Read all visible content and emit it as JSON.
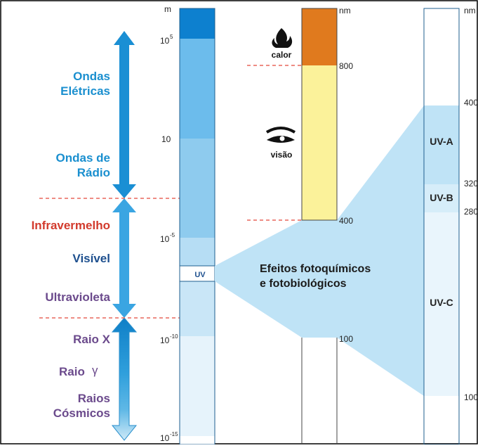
{
  "left_labels": {
    "electric_line1": "Ondas",
    "electric_line2": "Elétricas",
    "radio_line1": "Ondas de",
    "radio_line2": "Rádio",
    "infrared": "Infravermelho",
    "visible": "Visível",
    "ultraviolet": "Ultravioleta",
    "xray": "Raio X",
    "gamma_word": "Raio",
    "gamma_symbol": "γ",
    "cosmic_line1": "Raios",
    "cosmic_line2": "Cósmicos"
  },
  "meter_scale": {
    "unit": "m",
    "ticks": {
      "t1": "10",
      "t1_exp": "5",
      "t2": "10",
      "t3": "10",
      "t3_exp": "-5",
      "t4": "10",
      "t4_exp": "-10",
      "t5": "10",
      "t5_exp": "-15"
    },
    "uv_label": "UV"
  },
  "nm_scale": {
    "unit": "nm",
    "heat": "calor",
    "vision": "visão",
    "t800": "800",
    "t400": "400",
    "t100": "100"
  },
  "uv_scale": {
    "unit": "nm",
    "a": "UV-A",
    "b": "UV-B",
    "c": "UV-C",
    "t400": "400",
    "t320": "320",
    "t280": "280",
    "t100": "100"
  },
  "effects_line1": "Efeitos fotoquímicos",
  "effects_line2": "e fotobiológicos",
  "colors": {
    "blue_label": "#1a8fcf",
    "red_label": "#d23a2c",
    "navy_label": "#1d4f8e",
    "purple_label": "#6b4a8c",
    "heat_orange": "#e07a1e",
    "visible_yellow": "#fbf29a",
    "uv_light": "#bfe3f6",
    "dash_red": "#e8665b"
  }
}
